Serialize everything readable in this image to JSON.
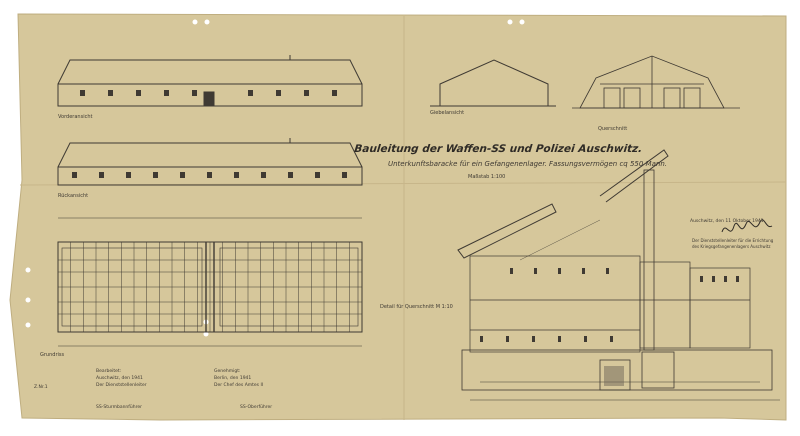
{
  "sheet": {
    "title": "Bauleitung der Waffen-SS und Polizei Auschwitz.",
    "subtitle": "Unterkunftsbaracke für ein Gefangenenlager. Fassungsvermögen cq 550 Mann.",
    "scale": "Maßstab 1:100",
    "labels": {
      "front_elevation": "Vorderansicht",
      "rear_elevation": "Rückansicht",
      "gable_elevation": "Giebelansicht",
      "cross_section": "Querschnitt",
      "floor_plan": "Grundriss",
      "detail_section": "Detail für Querschnitt M 1:10"
    },
    "approval": {
      "place_date": "Auschwitz, den 11 Oktober 1941",
      "role_line1": "Der Dienststellenleiter für die Errichtung",
      "role_line2": "des Kriegsgefangenenlagers Auschwitz"
    },
    "sign_blocks": {
      "left_line1": "Bearbeitet:",
      "left_line2": "Auschwitz, den 1941",
      "left_line3": "Der Dienststellenleiter",
      "left_foot": "SS-Sturmbannführer",
      "mid_line1": "Genehmigt:",
      "mid_line2": "Berlin, den 1941",
      "mid_line3": "Der Chef des Amtes II",
      "mid_foot": "SS-Oberführer"
    },
    "sheet_no": "Z.Nr.1"
  },
  "colors": {
    "paper": "#d6c79b",
    "ink": "#3f3a33",
    "light_ink": "#6e6558"
  }
}
